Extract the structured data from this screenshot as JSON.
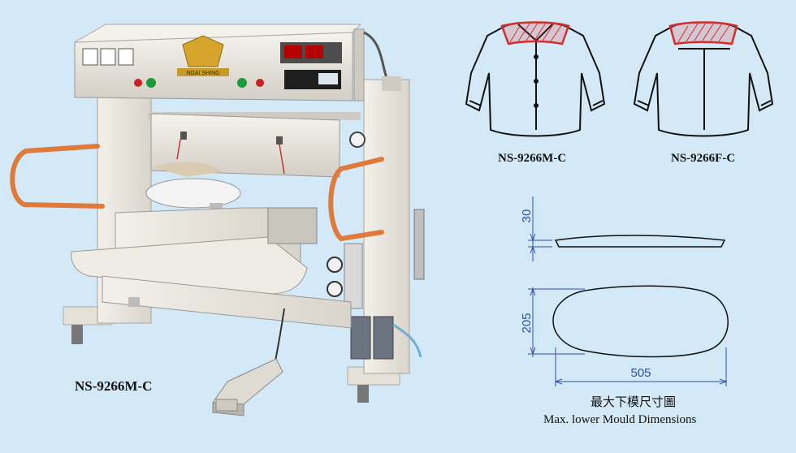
{
  "machine": {
    "model_caption": "NS-9266M-C",
    "brand_plate": "NGAI SHING"
  },
  "shirts": {
    "male_label": "NS-9266M-C",
    "female_label": "NS-9266F-C"
  },
  "mould": {
    "thickness": "30",
    "width": "205",
    "length": "505",
    "title_cn": "最大下模尺寸圖",
    "title_en": "Max. lower Mould Dimensions"
  },
  "colors": {
    "background": "#d3e9f7",
    "dimension_blue": "#2e4fa8",
    "hatch_red": "#d62c2c",
    "machine_cream": "#ece8df",
    "rail_orange": "#e07a3a"
  }
}
